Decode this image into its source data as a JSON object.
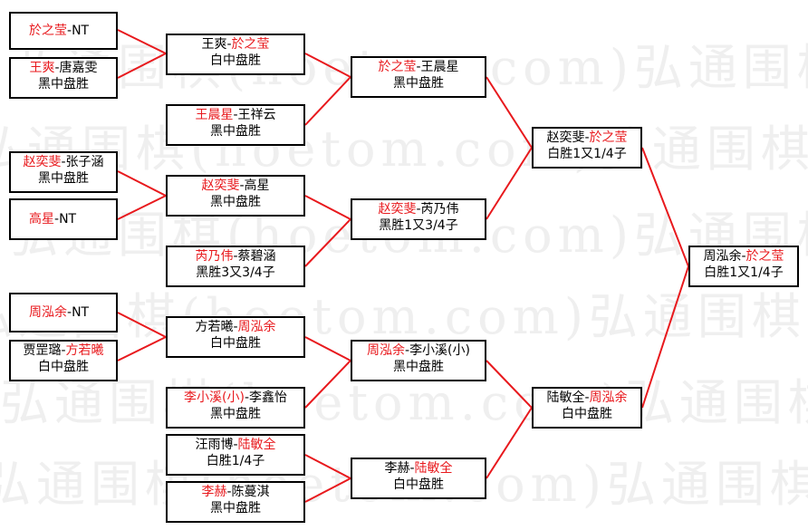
{
  "colors": {
    "winner": "#e8191d",
    "connector": "#e8191d",
    "text": "#000000",
    "watermark": "#efefef"
  },
  "watermark_text": "弘通围棋(hoetom.com)弘通围棋",
  "round1": [
    {
      "id": "r1_1",
      "p1": "於之莹",
      "sep": "-",
      "p2": "NT",
      "winner": 1
    },
    {
      "id": "r1_2",
      "p1": "王爽",
      "sep": "-",
      "p2": "唐嘉雯",
      "winner": 1,
      "result": "黑中盘胜"
    },
    {
      "id": "r1_3",
      "p1": "赵奕斐",
      "sep": "-",
      "p2": "张子涵",
      "winner": 1,
      "result": "黑中盘胜"
    },
    {
      "id": "r1_4",
      "p1": "高星",
      "sep": "-",
      "p2": "NT",
      "winner": 1
    },
    {
      "id": "r1_5",
      "p1": "周泓余",
      "sep": "-",
      "p2": "NT",
      "winner": 1
    },
    {
      "id": "r1_6",
      "p1": "贾罡璐",
      "sep": "-",
      "p2": "方若曦",
      "winner": 2,
      "result": "白中盘胜"
    }
  ],
  "round2": [
    {
      "id": "r2_1",
      "p1": "王爽",
      "sep": "-",
      "p2": "於之莹",
      "winner": 2,
      "result": "白中盘胜"
    },
    {
      "id": "r2_2",
      "p1": "王晨星",
      "sep": "-",
      "p2": "王祥云",
      "winner": 1,
      "result": "黑中盘胜"
    },
    {
      "id": "r2_3",
      "p1": "赵奕斐",
      "sep": "-",
      "p2": "高星",
      "winner": 1,
      "result": "黑中盘胜"
    },
    {
      "id": "r2_4",
      "p1": "芮乃伟",
      "sep": "-",
      "p2": "蔡碧涵",
      "winner": 1,
      "result": "黑胜3又3/4子"
    },
    {
      "id": "r2_5",
      "p1": "方若曦",
      "sep": "-",
      "p2": "周泓余",
      "winner": 2,
      "result": "白中盘胜"
    },
    {
      "id": "r2_6",
      "p1": "李小溪(小)",
      "sep": "-",
      "p2": "李鑫怡",
      "winner": 1,
      "result": "黑中盘胜"
    },
    {
      "id": "r2_7",
      "p1": "汪雨博",
      "sep": "-",
      "p2": "陆敏全",
      "winner": 2,
      "result": "白胜1/4子"
    },
    {
      "id": "r2_8",
      "p1": "李赫",
      "sep": "-",
      "p2": "陈蔓淇",
      "winner": 1,
      "result": "黑中盘胜"
    }
  ],
  "round3": [
    {
      "id": "r3_1",
      "p1": "於之莹",
      "sep": "-",
      "p2": "王晨星",
      "winner": 1,
      "result": "黑中盘胜"
    },
    {
      "id": "r3_2",
      "p1": "赵奕斐",
      "sep": "-",
      "p2": "芮乃伟",
      "winner": 1,
      "result": "黑胜1又3/4子"
    },
    {
      "id": "r3_3",
      "p1": "周泓余",
      "sep": "-",
      "p2": "李小溪(小)",
      "winner": 1,
      "result": "黑中盘胜"
    },
    {
      "id": "r3_4",
      "p1": "李赫",
      "sep": "-",
      "p2": "陆敏全",
      "winner": 2,
      "result": "白中盘胜"
    }
  ],
  "round4": [
    {
      "id": "r4_1",
      "p1": "赵奕斐",
      "sep": "-",
      "p2": "於之莹",
      "winner": 2,
      "result": "白胜1又1/4子"
    },
    {
      "id": "r4_2",
      "p1": "陆敏全",
      "sep": "-",
      "p2": "周泓余",
      "winner": 2,
      "result": "白中盘胜"
    }
  ],
  "final": [
    {
      "id": "f_1",
      "p1": "周泓余",
      "sep": "-",
      "p2": "於之莹",
      "winner": 2,
      "result": "白胜1又1/4子"
    }
  ]
}
